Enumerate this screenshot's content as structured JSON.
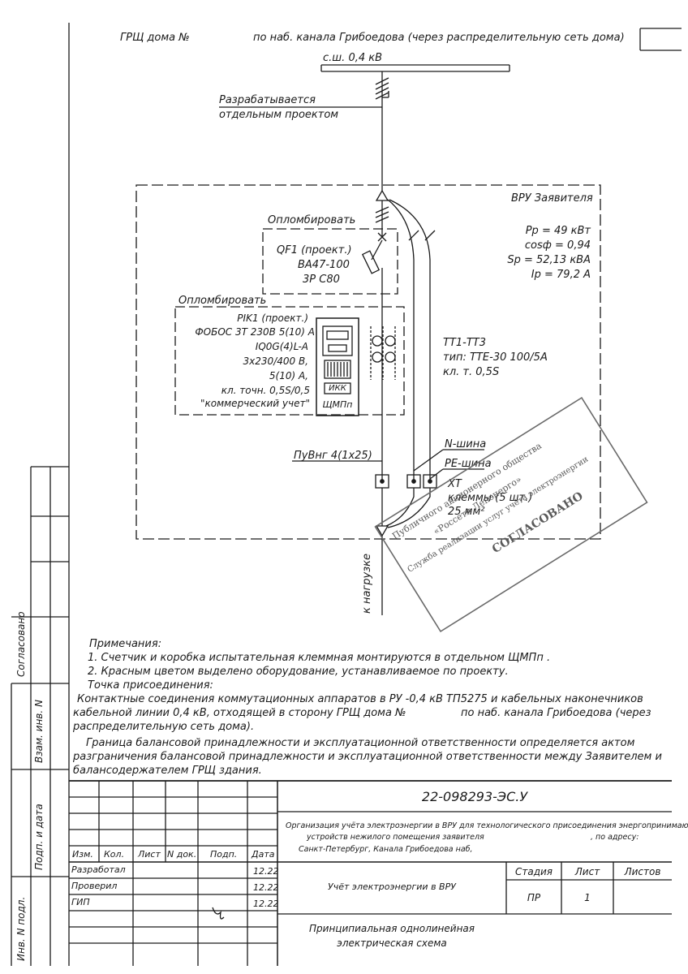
{
  "header": {
    "grsch_label": "ГРЩ дома №",
    "address_label": "по наб. канала Грибоедова (через распределительную сеть дома)"
  },
  "diagram": {
    "busbar_label": "с.ш. 0,4 кВ",
    "separate_project_line1": "Разрабатывается",
    "separate_project_line2": "отдельным проектом",
    "vru_label": "ВРУ Заявителя",
    "params": [
      "Pp = 49 кВт",
      "cosф = 0,94",
      "Sp = 52,13 кВА",
      "Ip = 79,2 А"
    ],
    "seal1_label": "Опломбировать",
    "breaker": [
      "QF1 (проект.)",
      "ВА47-100",
      "3Р С80"
    ],
    "seal2_label": "Опломбировать",
    "meter": [
      "PIK1 (проект.)",
      "ФОБОС 3Т 230В 5(10) А",
      "IQ0G(4)L-A",
      "3x230/400 В,",
      "5(10) А,",
      "кл. точн. 0,5S/0,5",
      "\"коммерческий учет\""
    ],
    "ikk_label": "ИКК",
    "shchmp_label": "ЩМПп",
    "ct": [
      "ТТ1-ТТ3",
      "тип: ТТЕ-30 100/5А",
      "кл. т. 0,5S"
    ],
    "cable_label": "ПуВнг 4(1x25)",
    "n_bus": "N-шина",
    "pe_bus": "PE-шина",
    "terminals": [
      "ХТ",
      "клеммы (5 шт.)",
      "25 мм²"
    ],
    "load_label": "к нагрузке"
  },
  "stamp_text": [
    "Публичного акционерного общества",
    "«Россети Ленэнерго»",
    "Служба реализации услуг учёта электроэнергии",
    "СОГЛАСОВАНО"
  ],
  "notes": {
    "title": "Примечания:",
    "items": [
      "1. Счетчик и коробка испытательная клеммная монтируются в отдельном ЩМПп .",
      "2. Красным цветом выделено оборудование, устанавливаемое по проекту."
    ],
    "connection_title": "Точка присоединения:",
    "connection_line1": "Контактные соединения коммутационных аппаратов в РУ -0,4 кВ ТП5275 и кабельных наконечников",
    "connection_line2a": "кабельной линии 0,4 кВ, отходящей в сторону ГРЩ дома №",
    "connection_line2b": "по наб. канала Грибоедова (через",
    "connection_line3": "распределительную сеть дома).",
    "border_line1": "Граница балансовой принадлежности и эксплуатационной ответственности определяется актом",
    "border_line2": "разграничения балансовой принадлежности и эксплуатационной ответственности между Заявителем и",
    "border_line3": "балансодержателем ГРЩ здания."
  },
  "side_labels": [
    "Согласовано",
    "Взам. инв. N",
    "Подп. и дата",
    "Инв. N подл."
  ],
  "title_block": {
    "doc_number": "22-098293-ЭС.У",
    "org_line1": "Организация учёта электроэнергии в ВРУ для технологического присоединения энергопринимающих",
    "org_line2": "устройств нежилого помещения заявителя",
    "org_line2b": ", по адресу:",
    "org_line3": "Санкт-Петербург, Канала Грибоедова наб,",
    "col_headers": [
      "Изм.",
      "Кол.",
      "Лист",
      "N док.",
      "Подп.",
      "Дата"
    ],
    "rows": [
      {
        "role": "Разработал",
        "date": "12.22"
      },
      {
        "role": "Проверил",
        "date": "12.22"
      },
      {
        "role": "ГИП",
        "date": "12.22"
      }
    ],
    "subject": "Учёт электроэнергии в ВРУ",
    "stage_header": "Стадия",
    "sheet_header": "Лист",
    "sheets_header": "Листов",
    "stage_value": "ПР",
    "sheet_value": "1",
    "drawing_title_line1": "Принципиальная однолинейная",
    "drawing_title_line2": "электрическая схема"
  }
}
